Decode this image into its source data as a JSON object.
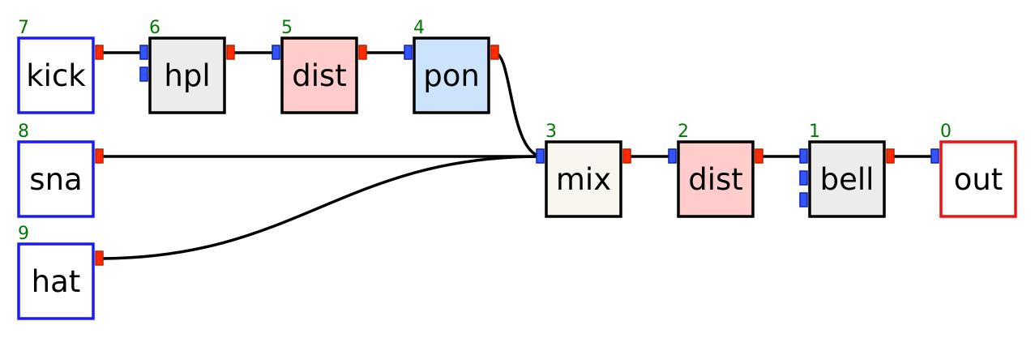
{
  "colors": {
    "input_border": "#1a1aff",
    "output_border": "#ee1111",
    "index_text": "#007a00",
    "port_in": "#3355ff",
    "port_in_edge": "#1122aa",
    "port_out": "#ff2a00",
    "port_out_edge": "#bb2200",
    "wire": "#000000"
  },
  "nodes": [
    {
      "id": "kick",
      "index": "7",
      "label": "kick",
      "kind": "input",
      "fill": "#ffffff"
    },
    {
      "id": "hpl",
      "index": "6",
      "label": "hpl",
      "kind": "effect",
      "fill": "#ececec"
    },
    {
      "id": "dist1",
      "index": "5",
      "label": "dist",
      "kind": "effect",
      "fill": "#ffcccc"
    },
    {
      "id": "pon",
      "index": "4",
      "label": "pon",
      "kind": "effect",
      "fill": "#cce4fb"
    },
    {
      "id": "sna",
      "index": "8",
      "label": "sna",
      "kind": "input",
      "fill": "#ffffff"
    },
    {
      "id": "hat",
      "index": "9",
      "label": "hat",
      "kind": "input",
      "fill": "#ffffff"
    },
    {
      "id": "mix",
      "index": "3",
      "label": "mix",
      "kind": "effect",
      "fill": "#f8f6ee"
    },
    {
      "id": "dist2",
      "index": "2",
      "label": "dist",
      "kind": "effect",
      "fill": "#ffcccc"
    },
    {
      "id": "bell",
      "index": "1",
      "label": "bell",
      "kind": "effect",
      "fill": "#ececec"
    },
    {
      "id": "out",
      "index": "0",
      "label": "out",
      "kind": "output",
      "fill": "#ffffff"
    }
  ],
  "connections": [
    {
      "from": "kick",
      "to": "hpl"
    },
    {
      "from": "hpl",
      "to": "dist1"
    },
    {
      "from": "dist1",
      "to": "pon"
    },
    {
      "from": "pon",
      "to": "mix"
    },
    {
      "from": "sna",
      "to": "mix"
    },
    {
      "from": "hat",
      "to": "mix"
    },
    {
      "from": "mix",
      "to": "dist2"
    },
    {
      "from": "dist2",
      "to": "bell"
    },
    {
      "from": "bell",
      "to": "out"
    }
  ]
}
